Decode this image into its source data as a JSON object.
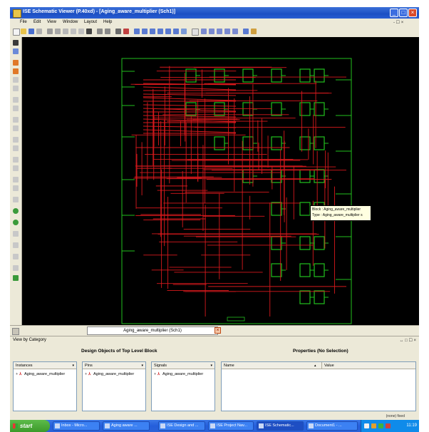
{
  "window": {
    "title": "ISE Schematic Viewer (P.40xd) - [Aging_aware_multiplier (Sch1)]",
    "min_glyph": "_",
    "max_glyph": "□",
    "close_glyph": "×"
  },
  "menu": {
    "items": [
      "File",
      "Edit",
      "View",
      "Window",
      "Layout",
      "Help"
    ],
    "mdi_controls": "- ☐ ×"
  },
  "canvas": {
    "tooltip_line1": "Block : Aging_aware_multiplier",
    "tooltip_line2": "Type : Aging_aware_multiplier s"
  },
  "document_tab": {
    "label": "Aging_aware_multiplier (Sch1)",
    "close_glyph": "×"
  },
  "panel": {
    "caption": "View by Category",
    "controls": "↔ □ ☐ ×",
    "design_title": "Design Objects of Top Level Block",
    "properties_title": "Properties (No Selection)",
    "lists": [
      {
        "header": "Instances",
        "item": "Aging_aware_multiplier"
      },
      {
        "header": "Pins",
        "item": "Aging_aware_multiplier"
      },
      {
        "header": "Signals",
        "item": "Aging_aware_multiplier"
      }
    ],
    "prop_headers": {
      "name": "Name",
      "value": "Value"
    }
  },
  "statusbar": {
    "mode": "(none) fixed"
  },
  "taskbar": {
    "start_label": "start",
    "tasks": [
      "Inbox - Micro...",
      "Aging aware ...",
      "ISE Design and ...",
      "ISE Project Nav...",
      "ISE Schematic...",
      "Document1 - ..."
    ],
    "active_index": 4,
    "clock": "11:19"
  },
  "colors": {
    "wire": "#d7191c",
    "component": "#22c01e",
    "canvas_bg": "#000000"
  }
}
